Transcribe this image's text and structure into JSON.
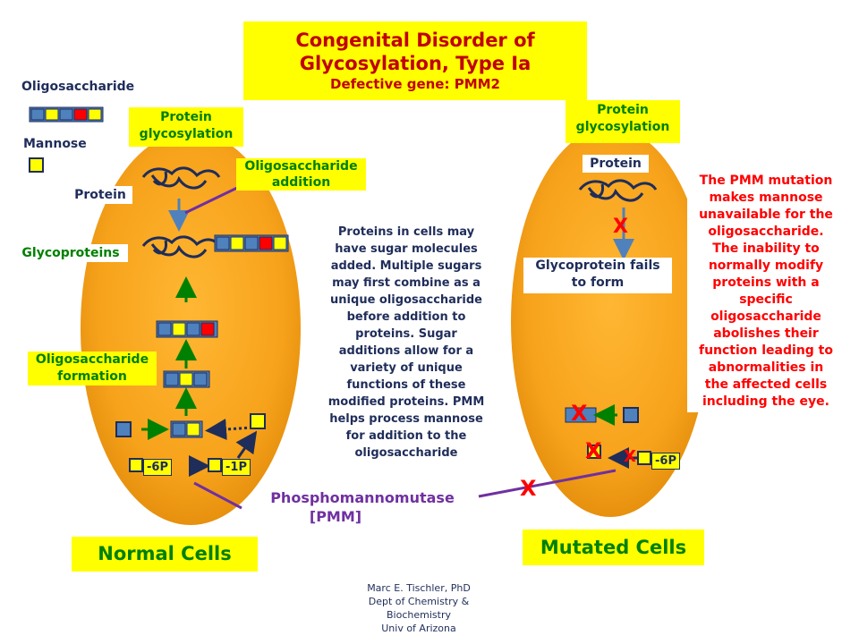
{
  "title": {
    "line1": "Congenital Disorder of",
    "line2": "Glycosylation, Type Ia",
    "line3": "Defective gene: PMM2"
  },
  "legend": {
    "oligosaccharide": "Oligosaccharide",
    "mannose": "Mannose"
  },
  "normal": {
    "protein_glycosylation_1": "Protein",
    "protein_glycosylation_2": "glycosylation",
    "oligo_addition_1": "Oligosaccharide",
    "oligo_addition_2": "addition",
    "protein": "Protein",
    "glycoproteins": "Glycoproteins",
    "oligo_formation_1": "Oligosaccharide",
    "oligo_formation_2": "formation",
    "six_p": "-6P",
    "one_p": "-1P",
    "cells_label": "Normal Cells"
  },
  "mutated": {
    "protein_glycosylation_1": "Protein",
    "protein_glycosylation_2": "glycosylation",
    "protein": "Protein",
    "fail_1": "Glycoprotein fails",
    "fail_2": "to form",
    "six_p": "-6P",
    "x_mark": "X",
    "cells_label": "Mutated Cells"
  },
  "middle_text": [
    "Proteins in cells may",
    "have sugar molecules",
    "added. Multiple sugars",
    "may first combine as a",
    "unique oligosaccharide",
    "before addition to",
    "proteins. Sugar",
    "additions allow for a",
    "variety of unique",
    "functions of these",
    "modified proteins. PMM",
    "helps process mannose",
    "for addition to the",
    "oligosaccharide"
  ],
  "right_text": [
    "The PMM mutation",
    "makes mannose",
    "unavailable for the",
    "oligosaccharide.",
    "The inability to",
    "normally modify",
    "proteins with a",
    "specific",
    "oligosaccharide",
    "abolishes their",
    "function leading to",
    "abnormalities in",
    "the affected cells",
    "including the eye."
  ],
  "pmm": {
    "line1": "Phosphomannomutase",
    "line2": "[PMM]"
  },
  "credit": [
    "Marc  E. Tischler, PhD",
    "Dept of Chemistry &",
    "Biochemistry",
    "Univ  of Arizona"
  ],
  "colors": {
    "title_red": "#c00000",
    "yellow_box": "#ffff00",
    "orange_cell": "#f7a21b",
    "blue_sugar": "#4f81bd",
    "green_label": "#008000",
    "navy_text": "#1f2d5a",
    "purple_pmm": "#7030a0",
    "red_text": "#ff0000"
  }
}
